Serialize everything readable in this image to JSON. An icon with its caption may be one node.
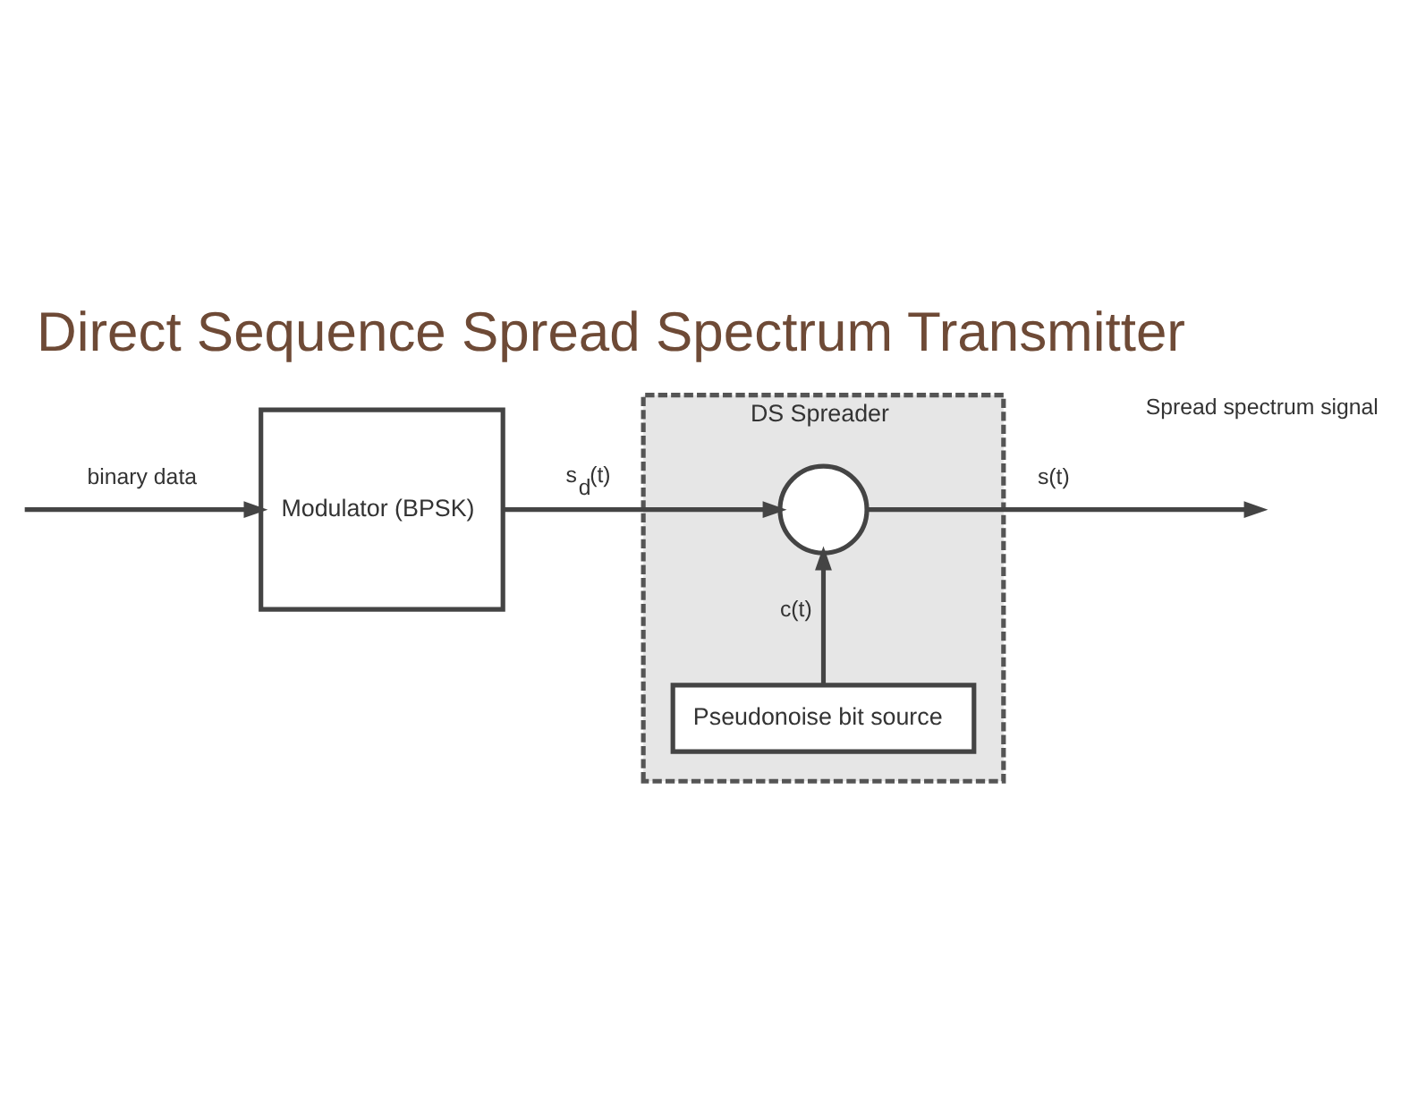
{
  "diagram": {
    "title": "Direct Sequence Spread Spectrum Transmitter",
    "nodes": [
      {
        "text": [
          "Modulator (BPSK)"
        ]
      },
      {
        "text": [
          "DS Spreader"
        ]
      },
      {
        "text": [],
        "shape": "circle",
        "in": 1
      },
      {
        "text": [
          "Pseudonoise bit source"
        ],
        "in": 1
      }
    ],
    "edges": [
      {
        "from": null,
        "to": 0,
        "arrow": "to",
        "label": "binary data"
      },
      {
        "from": 0,
        "to": 2,
        "arrow": "to",
        "label": "s$_{d}$(t)"
      },
      {
        "from": 3,
        "to": 2,
        "arrow": "to",
        "label": "c(t)"
      },
      {
        "from": 2,
        "to": null,
        "arrow": "to",
        "label": "s(t)"
      }
    ],
    "labels": [
      "Spread spectrum signal"
    ]
  }
}
